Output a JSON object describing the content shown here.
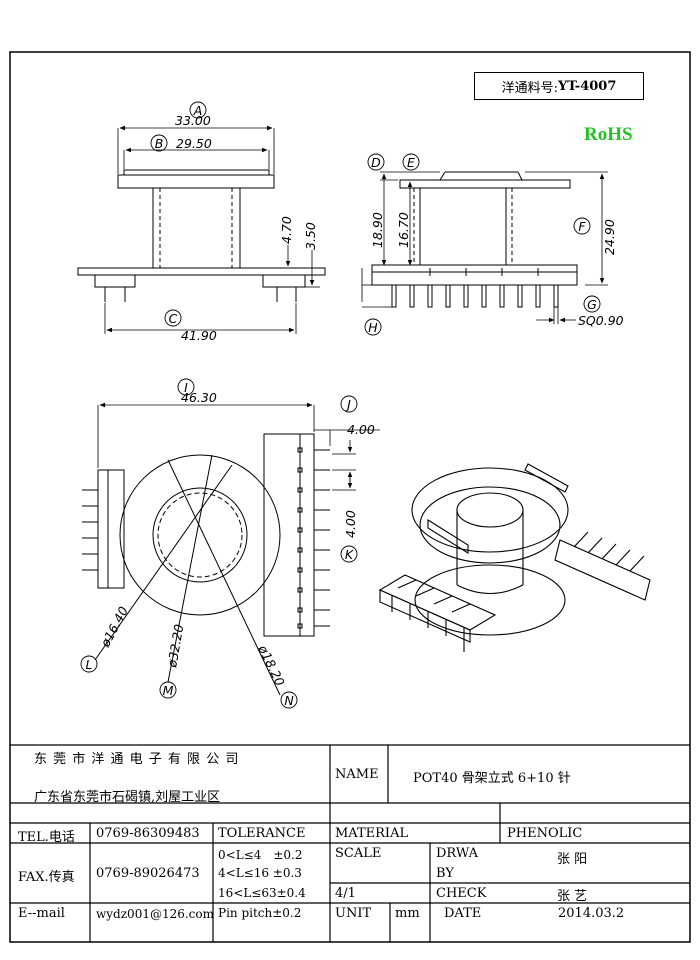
{
  "part_number": {
    "label": "洋通料号:",
    "value": "YT-4007"
  },
  "rohs": {
    "text": "RoHS",
    "color": "#22c322"
  },
  "dimensions": {
    "A": {
      "letter": "A",
      "value": "33.00"
    },
    "B": {
      "letter": "B",
      "value": "29.50"
    },
    "C": {
      "letter": "C",
      "value": "41.90"
    },
    "D": {
      "letter": "D",
      "value": "18.90"
    },
    "E": {
      "letter": "E",
      "value": "16.70"
    },
    "F": {
      "letter": "F",
      "value": "24.90"
    },
    "G": {
      "letter": "G",
      "value": "SQ0.90"
    },
    "H": {
      "letter": "H"
    },
    "I": {
      "letter": "I",
      "value": "46.30"
    },
    "J": {
      "letter": "J",
      "value": "4.00"
    },
    "K": {
      "letter": "K",
      "value": "4.00"
    },
    "L": {
      "letter": "L",
      "value": "ø16.40"
    },
    "M": {
      "letter": "M",
      "value": "ø32.20"
    },
    "N": {
      "letter": "N",
      "value": "ø18.20"
    },
    "side_h1": "4.70",
    "side_h2": "3.50"
  },
  "title_block": {
    "company": "东 莞 市 洋 通 电 子 有 限 公 司",
    "address": "广东省东莞市石碣镇,刘屋工业区",
    "name_label": "NAME",
    "name_value": "POT40 骨架立式 6+10 针",
    "tel_label": "TEL.电话",
    "tel_value": "0769-86309483",
    "fax_label": "FAX.传真",
    "fax_value": "0769-89026473",
    "email_label": "E--mail",
    "email_value": "wydz001@126.com",
    "tolerance_label": "TOLERANCE",
    "tolerance_lines": [
      "0<L≤4　±0.2",
      "4<L≤16 ±0.3",
      "16<L≤63±0.4",
      "Pin pitch±0.2"
    ],
    "material_label": "MATERIAL",
    "material_value": "PHENOLIC",
    "scale_label": "SCALE",
    "scale_value": "4/1",
    "drawn_by_label_1": "DRWA",
    "drawn_by_label_2": "BY",
    "drawn_by_value": "张 阳",
    "check_label": "CHECK",
    "check_value": "张 艺",
    "unit_label": "UNIT",
    "unit_value": "mm",
    "date_label": "DATE",
    "date_value": "2014.03.2"
  }
}
